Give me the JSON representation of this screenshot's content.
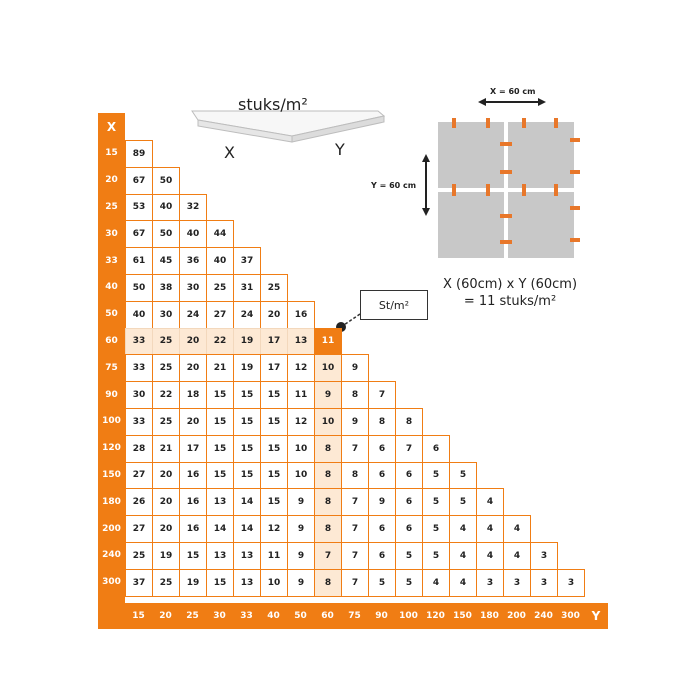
{
  "tile_illustration": {
    "label": "stuks/m²",
    "x_label": "X",
    "y_label": "Y"
  },
  "x_axis_title": "X",
  "y_axis_title": "Y",
  "x_values": [
    "15",
    "20",
    "25",
    "30",
    "33",
    "40",
    "50",
    "60",
    "75",
    "90",
    "100",
    "120",
    "150",
    "180",
    "200",
    "240",
    "300"
  ],
  "y_values": [
    "15",
    "20",
    "25",
    "30",
    "33",
    "40",
    "50",
    "60",
    "75",
    "90",
    "100",
    "120",
    "150",
    "180",
    "200",
    "240",
    "300"
  ],
  "table": [
    [
      "89"
    ],
    [
      "67",
      "50"
    ],
    [
      "53",
      "40",
      "32"
    ],
    [
      "67",
      "50",
      "40",
      "44"
    ],
    [
      "61",
      "45",
      "36",
      "40",
      "37"
    ],
    [
      "50",
      "38",
      "30",
      "25",
      "31",
      "25"
    ],
    [
      "40",
      "30",
      "24",
      "27",
      "24",
      "20",
      "16"
    ],
    [
      "33",
      "25",
      "20",
      "22",
      "19",
      "17",
      "13",
      "11"
    ],
    [
      "33",
      "25",
      "20",
      "21",
      "19",
      "17",
      "12",
      "10",
      "9"
    ],
    [
      "30",
      "22",
      "18",
      "15",
      "15",
      "15",
      "11",
      "9",
      "8",
      "7"
    ],
    [
      "33",
      "25",
      "20",
      "15",
      "15",
      "15",
      "12",
      "10",
      "9",
      "8",
      "8"
    ],
    [
      "28",
      "21",
      "17",
      "15",
      "15",
      "15",
      "10",
      "8",
      "7",
      "6",
      "7",
      "6"
    ],
    [
      "27",
      "20",
      "16",
      "15",
      "15",
      "15",
      "10",
      "8",
      "8",
      "6",
      "6",
      "5",
      "5"
    ],
    [
      "26",
      "20",
      "16",
      "13",
      "14",
      "15",
      "9",
      "8",
      "7",
      "9",
      "6",
      "5",
      "5",
      "4"
    ],
    [
      "27",
      "20",
      "16",
      "14",
      "14",
      "12",
      "9",
      "8",
      "7",
      "6",
      "6",
      "5",
      "4",
      "4",
      "4"
    ],
    [
      "25",
      "19",
      "15",
      "13",
      "13",
      "11",
      "9",
      "7",
      "7",
      "6",
      "5",
      "5",
      "4",
      "4",
      "4",
      "3"
    ],
    [
      "37",
      "25",
      "19",
      "15",
      "13",
      "10",
      "9",
      "8",
      "7",
      "5",
      "5",
      "4",
      "4",
      "3",
      "3",
      "3",
      "3"
    ]
  ],
  "highlight": {
    "row": "60",
    "col": "60",
    "value": "11"
  },
  "callout": {
    "label": "St/m²"
  },
  "layout_example": {
    "x_dim": "X = 60 cm",
    "y_dim": "Y = 60 cm"
  },
  "result_text": {
    "line1": "X (60cm) x Y (60cm)",
    "line2": "= 11 stuks/m²"
  },
  "colors": {
    "accent": "#f07d14",
    "highlight": "#fde9d4",
    "tile": "#c8c8c8",
    "spacer": "#e8772a"
  }
}
